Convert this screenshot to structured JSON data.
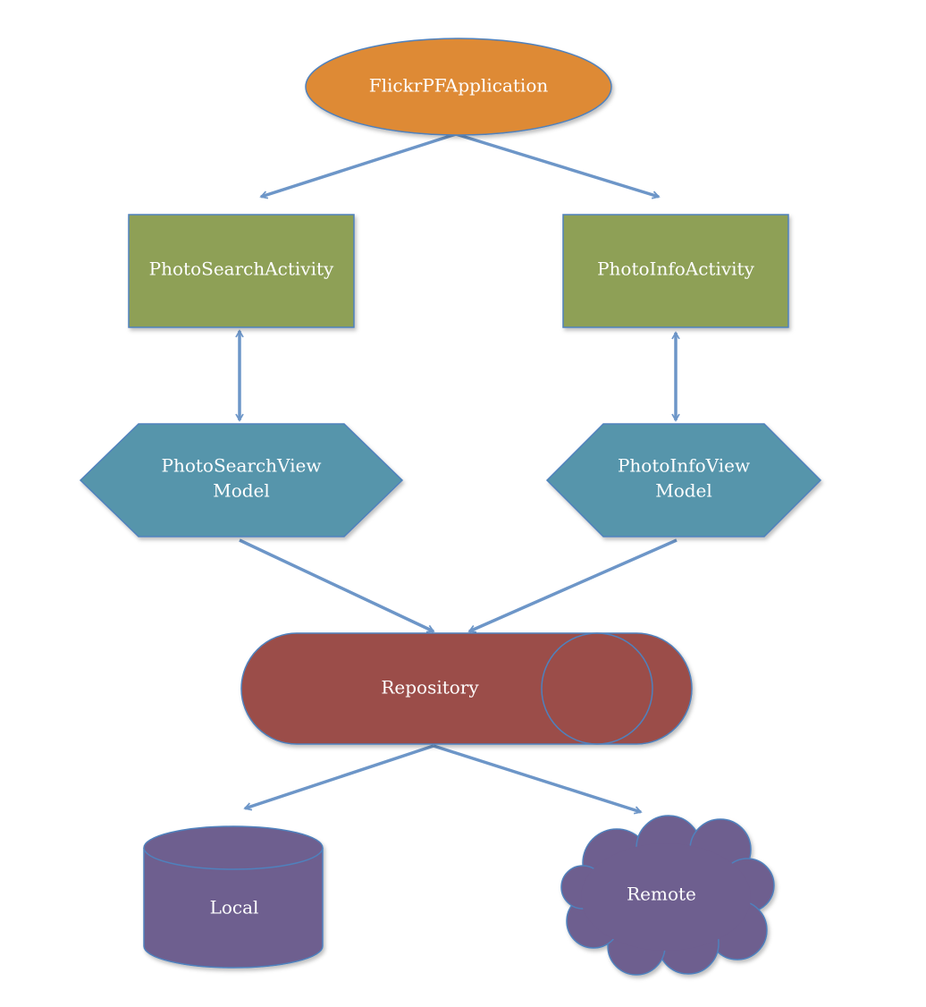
{
  "diagram": {
    "nodes": {
      "application": {
        "label": "FlickrPFApplication",
        "shape": "ellipse",
        "color": "#de8a34"
      },
      "photo_search_activity": {
        "label": "PhotoSearchActivity",
        "shape": "rectangle",
        "color": "#8ea057"
      },
      "photo_info_activity": {
        "label": "PhotoInfoActivity",
        "shape": "rectangle",
        "color": "#8ea057"
      },
      "photo_search_viewmodel": {
        "label_line1": "PhotoSearchView",
        "label_line2": "Model",
        "shape": "hexagon",
        "color": "#5795ab"
      },
      "photo_info_viewmodel": {
        "label_line1": "PhotoInfoView",
        "label_line2": "Model",
        "shape": "hexagon",
        "color": "#5795ab"
      },
      "repository": {
        "label": "Repository",
        "shape": "horizontal-cylinder",
        "color": "#9b4e48"
      },
      "local": {
        "label": "Local",
        "shape": "database-cylinder",
        "color": "#6e5e8f"
      },
      "remote": {
        "label": "Remote",
        "shape": "cloud",
        "color": "#6e5e8f"
      }
    },
    "edges": [
      {
        "from": "application",
        "to": "photo_search_activity",
        "direction": "one-way"
      },
      {
        "from": "application",
        "to": "photo_info_activity",
        "direction": "one-way"
      },
      {
        "from": "photo_search_activity",
        "to": "photo_search_viewmodel",
        "direction": "two-way"
      },
      {
        "from": "photo_info_activity",
        "to": "photo_info_viewmodel",
        "direction": "two-way"
      },
      {
        "from": "photo_search_viewmodel",
        "to": "repository",
        "direction": "one-way"
      },
      {
        "from": "photo_info_viewmodel",
        "to": "repository",
        "direction": "one-way"
      },
      {
        "from": "repository",
        "to": "local",
        "direction": "one-way"
      },
      {
        "from": "repository",
        "to": "remote",
        "direction": "one-way"
      }
    ],
    "edge_color": "#6d96c8",
    "node_border_color": "#4f81bd"
  }
}
